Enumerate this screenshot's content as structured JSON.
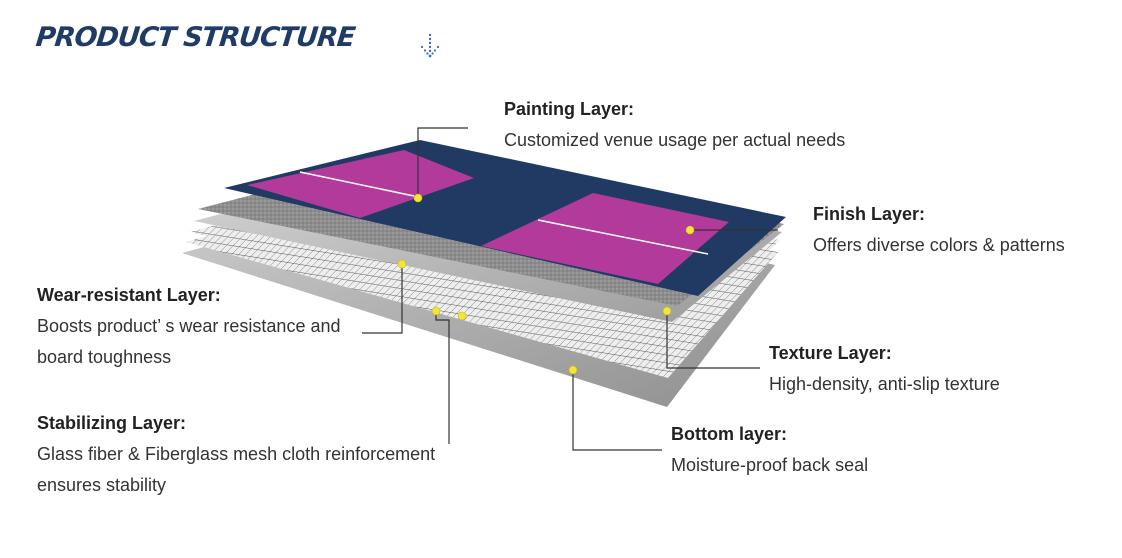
{
  "header": {
    "title": "PRODUCT STRUCTURE",
    "icon": "arrow-down-icon"
  },
  "colors": {
    "title": "#1f3b66",
    "court_blue": "#213a63",
    "court_pink": "#b23a9a",
    "dot": "#f3e53a",
    "leader": "#333333"
  },
  "layers": {
    "painting": {
      "title": "Painting Layer:",
      "desc": [
        "Customized venue usage per actual needs"
      ]
    },
    "finish": {
      "title": "Finish Layer:",
      "desc": [
        "Offers diverse colors & patterns"
      ]
    },
    "wear": {
      "title": "Wear-resistant Layer:",
      "desc": [
        "Boosts product’ s wear resistance and",
        "board toughness"
      ]
    },
    "texture": {
      "title": "Texture Layer:",
      "desc": [
        "High-density, anti-slip texture"
      ]
    },
    "stabilizing": {
      "title": "Stabilizing Layer:",
      "desc": [
        "Glass fiber & Fiberglass mesh cloth reinforcement",
        "ensures stability"
      ]
    },
    "bottom": {
      "title": "Bottom layer:",
      "desc": [
        "Moisture-proof back seal"
      ]
    }
  }
}
